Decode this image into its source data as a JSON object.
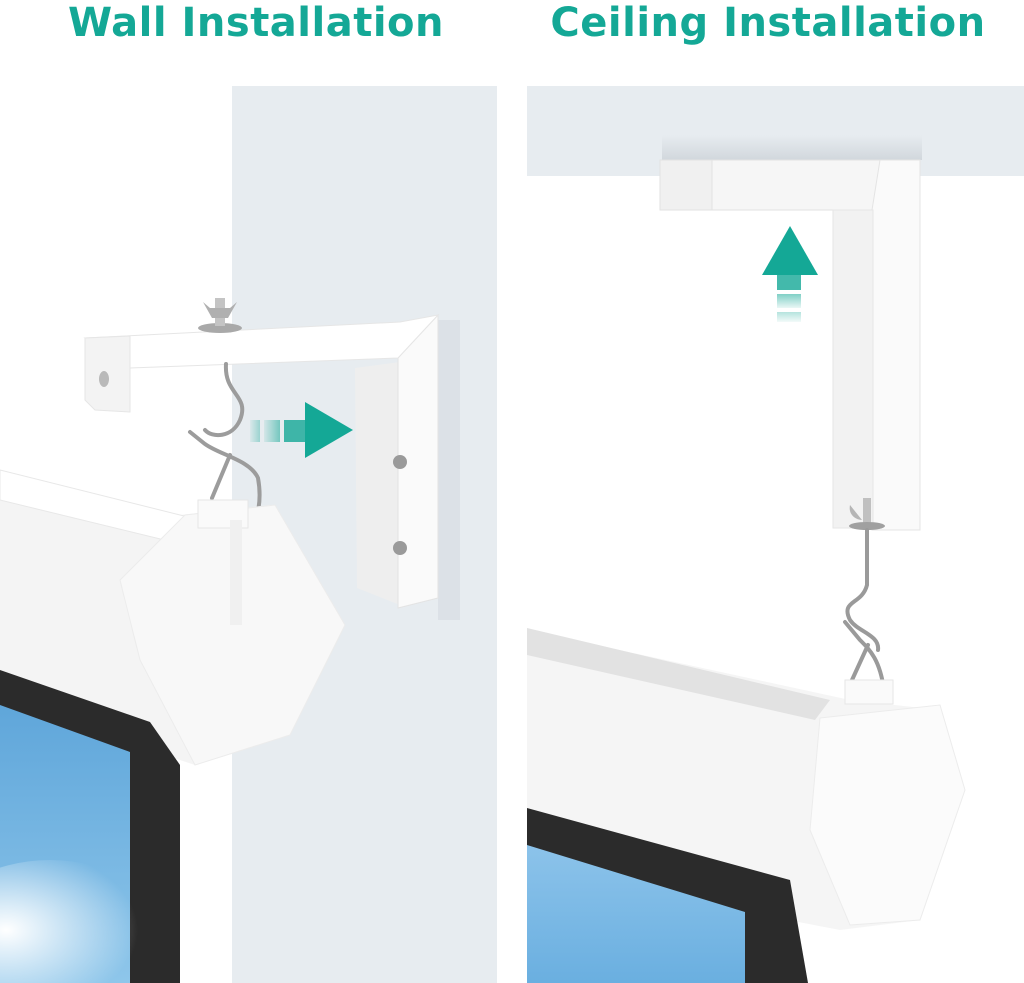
{
  "colors": {
    "accent": "#14a896",
    "wall": "#e7ecf0",
    "bracket": "#f7f7f7",
    "screen_frame": "#2b2b2b",
    "screen_sky": "#6fb0de"
  },
  "panels": [
    {
      "title": "Wall Installation",
      "arrow_direction": "right",
      "mount_surface": "wall"
    },
    {
      "title": "Ceiling Installation",
      "arrow_direction": "up",
      "mount_surface": "ceiling"
    }
  ]
}
